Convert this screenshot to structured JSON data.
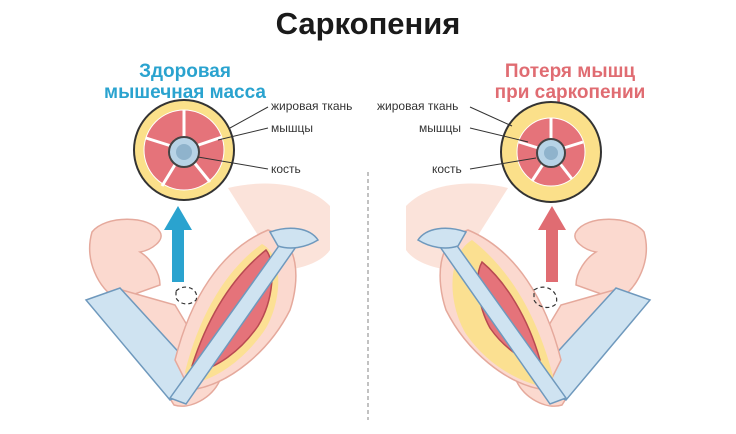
{
  "title": "Саркопения",
  "left": {
    "heading_line1": "Здоровая",
    "heading_line2": "мышечная масса",
    "labels": {
      "fat": "жировая ткань",
      "muscle": "мышцы",
      "bone": "кость"
    }
  },
  "right": {
    "heading_line1": "Потеря мышц",
    "heading_line2": "при саркопении",
    "labels": {
      "fat": "жировая ткань",
      "muscle": "мышцы",
      "bone": "кость"
    }
  },
  "colors": {
    "healthy_accent": "#2aa3cf",
    "sarcopenia_accent": "#e06c72",
    "fat": "#fbe08a",
    "muscle": "#e5737a",
    "bone": "#b7d3e6",
    "skin": "#fbd9cf"
  }
}
